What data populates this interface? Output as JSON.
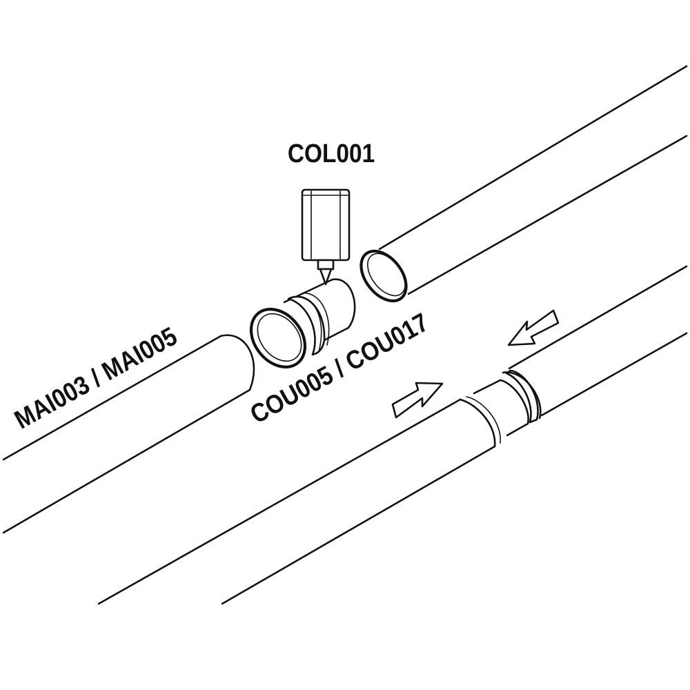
{
  "labels": {
    "glue_part": "COL001",
    "coupler_part": "COU005 / COU017",
    "tube_part": "MAI003 / MAI005"
  },
  "colors": {
    "line": "#111111",
    "background": "#ffffff",
    "shade": "#e6e6e6"
  },
  "icons": {
    "glue_bottle": "glue-bottle-icon",
    "push_arrow_left": "arrow-right-icon",
    "push_arrow_right": "arrow-left-icon"
  }
}
